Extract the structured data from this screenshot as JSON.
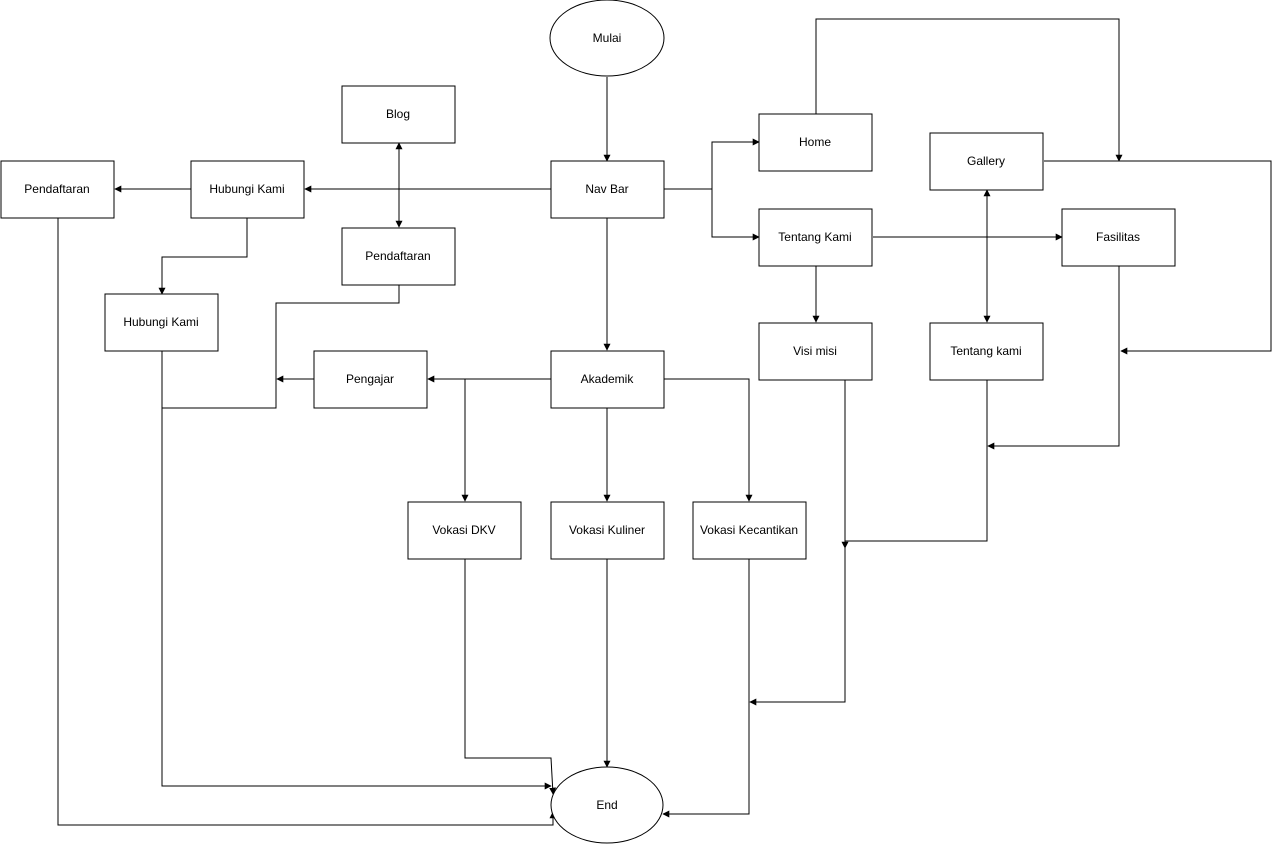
{
  "nodes": {
    "mulai": "Mulai",
    "navbar": "Nav Bar",
    "blog": "Blog",
    "pendaftaran_left": "Pendaftaran",
    "hubungi_kami_top": "Hubungi Kami",
    "pendaftaran_mid": "Pendaftaran",
    "hubungi_kami_bottom": "Hubungi Kami",
    "pengajar": "Pengajar",
    "akademik": "Akademik",
    "vokasi_dkv": "Vokasi DKV",
    "vokasi_kuliner": "Vokasi Kuliner",
    "vokasi_kecantikan": "Vokasi Kecantikan",
    "home": "Home",
    "tentang_kami": "Tentang Kami",
    "visi_misi": "Visi misi",
    "gallery": "Gallery",
    "tentang_kami_lower": "Tentang kami",
    "fasilitas": "Fasilitas",
    "end": "End"
  }
}
